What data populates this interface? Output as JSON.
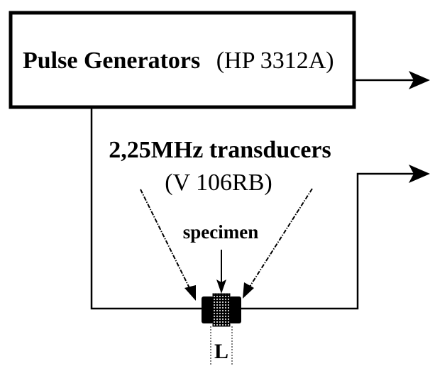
{
  "generator": {
    "name": "Pulse Generators",
    "model": "(HP 3312A)"
  },
  "transducers": {
    "name": "2,25MHz transducers",
    "model": "(V 106RB)"
  },
  "specimen": {
    "label": "specimen",
    "length_label": "L"
  },
  "colors": {
    "stroke": "#000000",
    "background": "#ffffff"
  }
}
